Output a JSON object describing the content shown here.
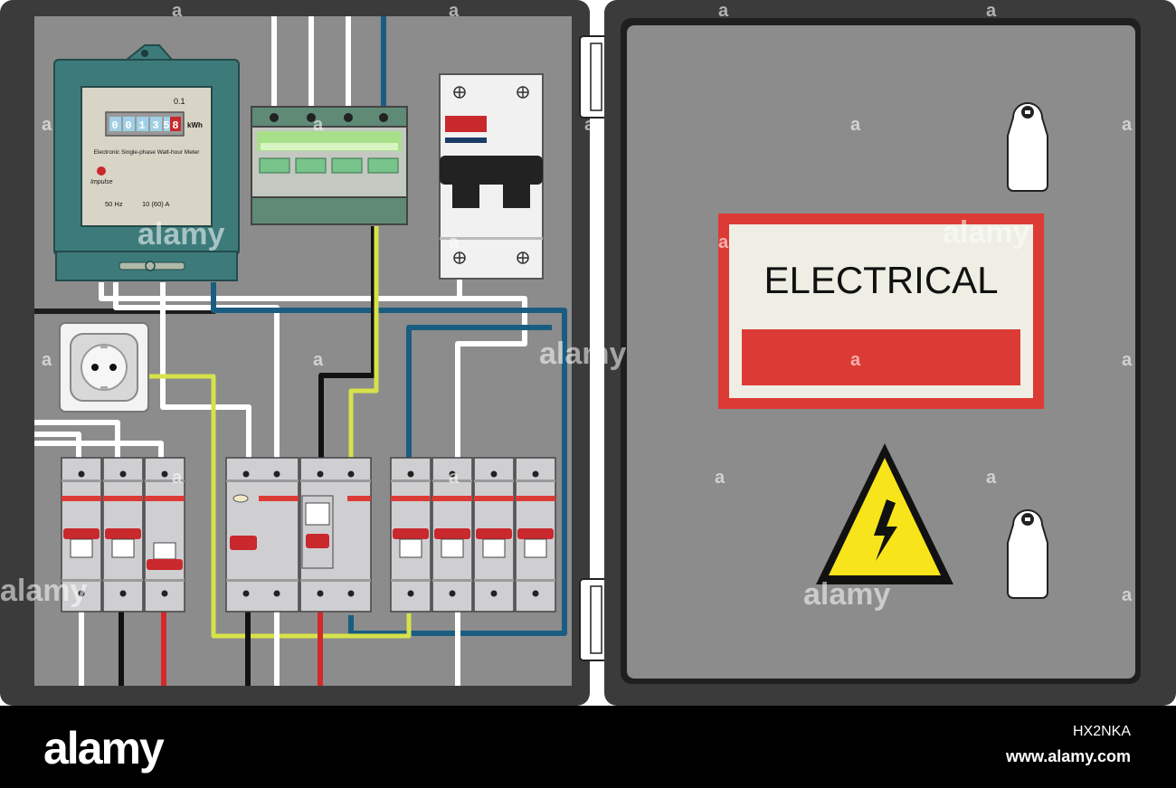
{
  "meter": {
    "decimal_label": "0.1",
    "digits": [
      "0",
      "0",
      "1",
      "3",
      "5"
    ],
    "last_digit": "8",
    "unit": "kWh",
    "title": "Electronic Single-phase Watt-hour Meter",
    "impulse_label": "Impulse",
    "frequency": "50 Hz",
    "current_rating": "10 (60) A"
  },
  "door_sign": {
    "text": "ELECTRICAL"
  },
  "watermark": {
    "text": "alamy",
    "letter": "a"
  },
  "footer": {
    "logo": "alamy",
    "image_id": "HX2NKA",
    "url": "www.alamy.com"
  },
  "colors": {
    "cabinet_frame": "#3b3b3b",
    "cabinet_panel": "#8c8c8c",
    "meter_body": "#3d7b7b",
    "sign_border": "#dc3b35",
    "sign_fill": "#efeee4",
    "warning_yellow": "#f7e41a",
    "wire_yellow": "#d6e24a",
    "wire_blue": "#1a5d80",
    "wire_red": "#d22a2a"
  },
  "icons": [
    "socket-icon",
    "lock-icon",
    "high-voltage-warning-icon"
  ]
}
